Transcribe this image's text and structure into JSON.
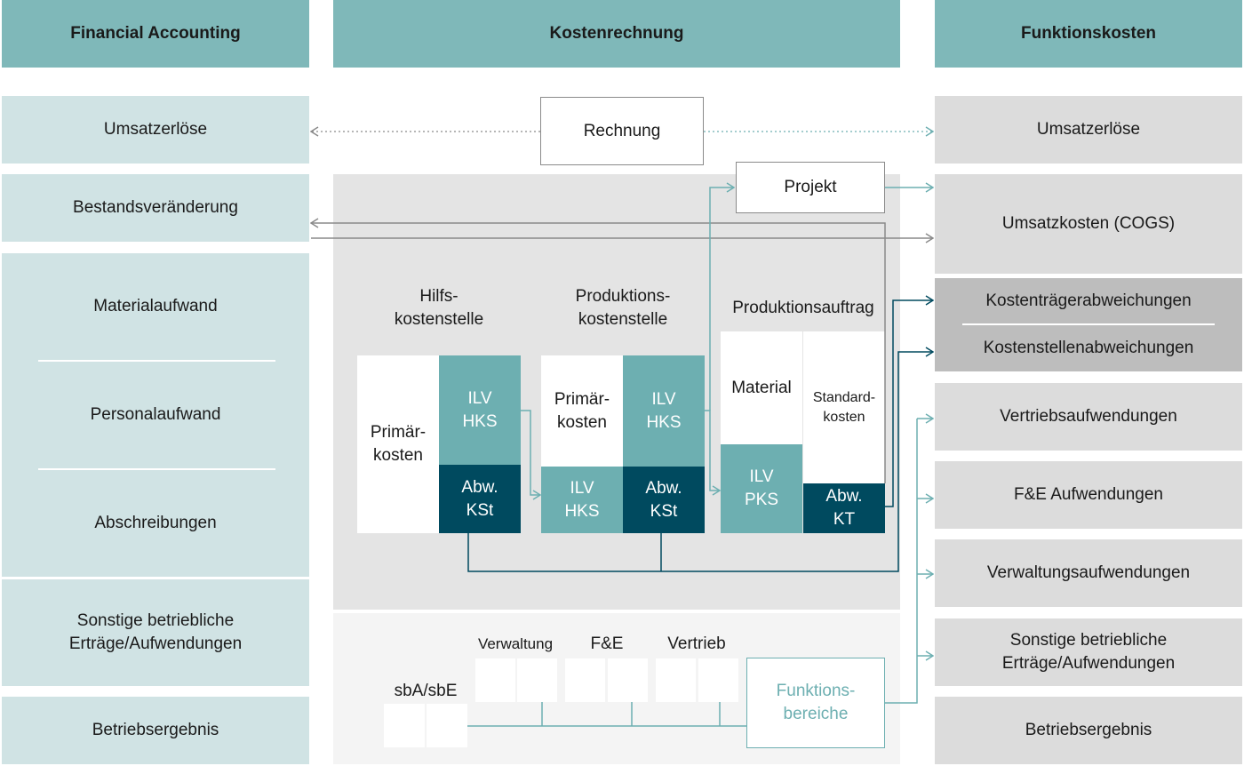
{
  "headers": {
    "financial_accounting": "Financial Accounting",
    "kostenrechnung": "Kostenrechnung",
    "funktionskosten": "Funktionskosten"
  },
  "financial_accounting": {
    "umsatzerloese": "Umsatzerlöse",
    "bestandsveraenderung": "Bestandsveränderung",
    "materialaufwand": "Materialaufwand",
    "personalaufwand": "Personalaufwand",
    "abschreibungen": "Abschreibungen",
    "sonstige": "Sonstige betriebliche\nErträge/Aufwendungen",
    "betriebsergebnis": "Betriebsergebnis"
  },
  "funktionskosten": {
    "umsatzerloese": "Umsatzerlöse",
    "umsatzkosten": "Umsatzkosten (COGS)",
    "kostentraegerabweichungen": "Kostenträgerabweichungen",
    "kostenstellenabweichungen": "Kostenstellenabweichungen",
    "vertrieb": "Vertriebsaufwendungen",
    "fe": "F&E Aufwendungen",
    "verwaltung": "Verwaltungsaufwendungen",
    "sonstige": "Sonstige betriebliche\nErträge/Aufwendungen",
    "betriebsergebnis": "Betriebsergebnis"
  },
  "kostenrechnung": {
    "rechnung": "Rechnung",
    "projekt": "Projekt",
    "hilfskostenstelle": {
      "title": "Hilfs-\nkostenstelle",
      "primaerkosten": "Primär-\nkosten",
      "ilv_hks": "ILV\nHKS",
      "abw_kst": "Abw.\nKSt"
    },
    "produktionskostenstelle": {
      "title": "Produktions-\nkostenstelle",
      "primaerkosten": "Primär-\nkosten",
      "ilv_hks_top": "ILV\nHKS",
      "ilv_hks_bottom": "ILV\nHKS",
      "abw_kst": "Abw.\nKSt"
    },
    "produktionsauftrag": {
      "title": "Produktionsauftrag",
      "material": "Material",
      "standardkosten": "Standard-\nkosten",
      "ilv_pks": "ILV\nPKS",
      "abw_kt": "Abw.\nKT"
    },
    "funktionsbereiche": {
      "sba_sbe": "sbA/sbE",
      "verwaltung": "Verwaltung",
      "fe": "F&E",
      "vertrieb": "Vertrieb",
      "box": "Funktions-\nbereiche"
    }
  },
  "colors": {
    "header": "#7fb8b9",
    "fa_box": "#d0e3e4",
    "fk_box": "#dcdcdc",
    "fk_box_dark": "#bdbdbd",
    "teal": "#6dafb1",
    "dark_teal": "#004a5f",
    "panel": "#e4e4e4",
    "panel_light": "#f4f4f4"
  }
}
